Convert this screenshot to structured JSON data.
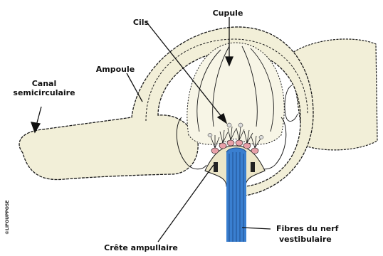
{
  "labels": {
    "cupule": "Cupule",
    "cils": "Cils",
    "ampoule": "Ampoule",
    "canal_line1": "Canal",
    "canal_line2": "semicirculaire",
    "crete": "Crête ampullaire",
    "fibres_line1": "Fibres du nerf",
    "fibres_line2": "vestibulaire"
  },
  "credit": "©LIFOUPPOSE",
  "colors": {
    "tissue": "#f2efd8",
    "outline": "#1a1a1a",
    "nerve": "#3a7fd0",
    "nerve_dark": "#1f4f8f",
    "hair_cells": "#e8a0a8"
  }
}
